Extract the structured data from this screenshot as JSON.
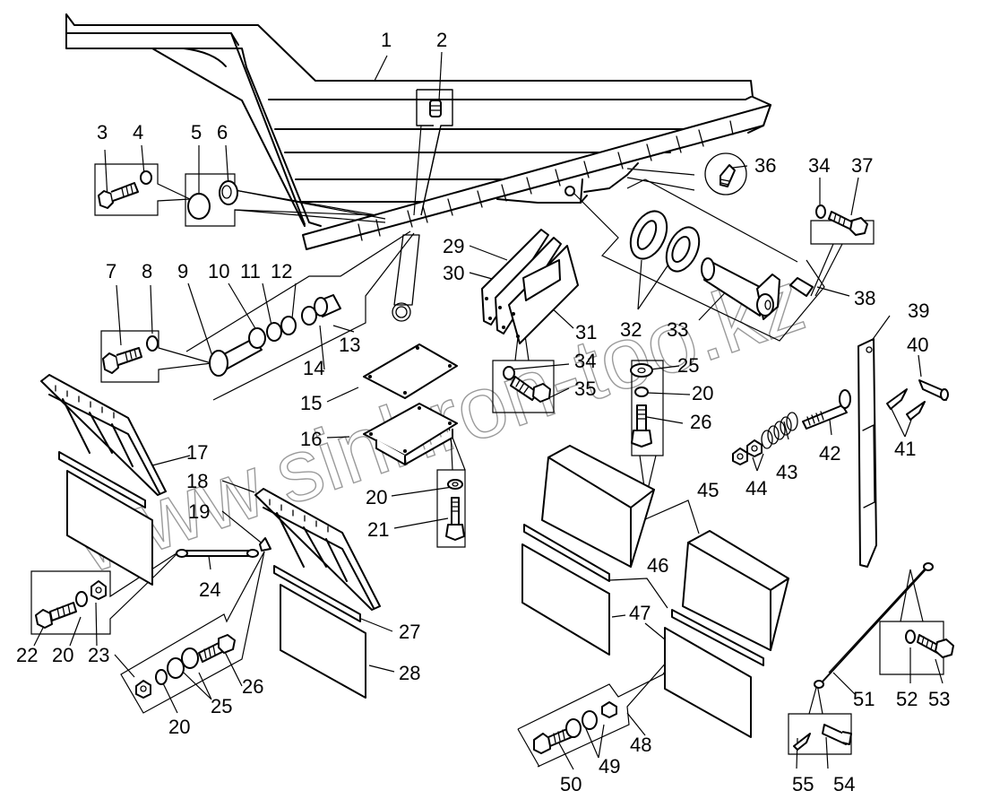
{
  "diagram": {
    "type": "exploded-parts-diagram",
    "subject": "Chassis frame rear section with mud flaps, mud guards and hinge/shock mounting components",
    "watermark": "www.sinhron-too.kz",
    "watermark_color": "#9a9a9a",
    "line_color": "#000000",
    "background": "#ffffff"
  },
  "callouts": {
    "c1": "1",
    "c2": "2",
    "c3": "3",
    "c4": "4",
    "c5": "5",
    "c6": "6",
    "c7": "7",
    "c8": "8",
    "c9": "9",
    "c10": "10",
    "c11": "11",
    "c12": "12",
    "c13": "13",
    "c14": "14",
    "c15": "15",
    "c16": "16",
    "c17": "17",
    "c18": "18",
    "c19": "19",
    "c20a": "20",
    "c20b": "20",
    "c20c": "20",
    "c20d": "20",
    "c21": "21",
    "c22": "22",
    "c23": "23",
    "c24": "24",
    "c25a": "25",
    "c25b": "25",
    "c26a": "26",
    "c26b": "26",
    "c27": "27",
    "c28": "28",
    "c29": "29",
    "c30": "30",
    "c31": "31",
    "c32": "32",
    "c33": "33",
    "c34a": "34",
    "c34b": "34",
    "c35": "35",
    "c36": "36",
    "c37": "37",
    "c38": "38",
    "c39": "39",
    "c40": "40",
    "c41": "41",
    "c42": "42",
    "c43": "43",
    "c44": "44",
    "c45": "45",
    "c46": "46",
    "c47": "47",
    "c48": "48",
    "c49": "49",
    "c50": "50",
    "c51": "51",
    "c52": "52",
    "c53": "53",
    "c54": "54",
    "c55": "55"
  },
  "parts": [
    {
      "no": "1",
      "name": "frame"
    },
    {
      "no": "2",
      "name": "grease-fitting"
    },
    {
      "no": "3",
      "name": "bolt"
    },
    {
      "no": "4",
      "name": "lock-washer"
    },
    {
      "no": "5",
      "name": "cover"
    },
    {
      "no": "6",
      "name": "seal"
    },
    {
      "no": "7",
      "name": "bolt"
    },
    {
      "no": "8",
      "name": "lock-washer"
    },
    {
      "no": "9",
      "name": "pin"
    },
    {
      "no": "10",
      "name": "ring"
    },
    {
      "no": "11",
      "name": "ring"
    },
    {
      "no": "12",
      "name": "ring"
    },
    {
      "no": "13",
      "name": "bushing"
    },
    {
      "no": "14",
      "name": "ring"
    },
    {
      "no": "15",
      "name": "plate"
    },
    {
      "no": "16",
      "name": "pad"
    },
    {
      "no": "17",
      "name": "mud-guard-bracket"
    },
    {
      "no": "18",
      "name": "mud-guard-bracket"
    },
    {
      "no": "19",
      "name": "clip"
    },
    {
      "no": "20",
      "name": "lock-washer"
    },
    {
      "no": "21",
      "name": "bolt"
    },
    {
      "no": "22",
      "name": "bolt"
    },
    {
      "no": "23",
      "name": "nut"
    },
    {
      "no": "24",
      "name": "tie-rod"
    },
    {
      "no": "25",
      "name": "washer"
    },
    {
      "no": "26",
      "name": "bolt"
    },
    {
      "no": "27",
      "name": "strip"
    },
    {
      "no": "28",
      "name": "mud-flap"
    },
    {
      "no": "29",
      "name": "shim"
    },
    {
      "no": "30",
      "name": "shim"
    },
    {
      "no": "31",
      "name": "shim"
    },
    {
      "no": "32",
      "name": "seal"
    },
    {
      "no": "33",
      "name": "hinge-pin"
    },
    {
      "no": "34",
      "name": "lock-washer"
    },
    {
      "no": "35",
      "name": "bolt"
    },
    {
      "no": "36",
      "name": "grease-fitting"
    },
    {
      "no": "37",
      "name": "bolt"
    },
    {
      "no": "38",
      "name": "lock-plate"
    },
    {
      "no": "39",
      "name": "bar"
    },
    {
      "no": "40",
      "name": "pin"
    },
    {
      "no": "41",
      "name": "cotter-pin"
    },
    {
      "no": "42",
      "name": "bolt"
    },
    {
      "no": "43",
      "name": "spring"
    },
    {
      "no": "44",
      "name": "nut"
    },
    {
      "no": "45",
      "name": "mud-guard"
    },
    {
      "no": "46",
      "name": "strip"
    },
    {
      "no": "47",
      "name": "mud-flap"
    },
    {
      "no": "48",
      "name": "nut"
    },
    {
      "no": "49",
      "name": "washer"
    },
    {
      "no": "50",
      "name": "bolt"
    },
    {
      "no": "51",
      "name": "cable"
    },
    {
      "no": "52",
      "name": "lock-washer"
    },
    {
      "no": "53",
      "name": "bolt"
    },
    {
      "no": "54",
      "name": "pin"
    },
    {
      "no": "55",
      "name": "cotter-pin"
    }
  ]
}
